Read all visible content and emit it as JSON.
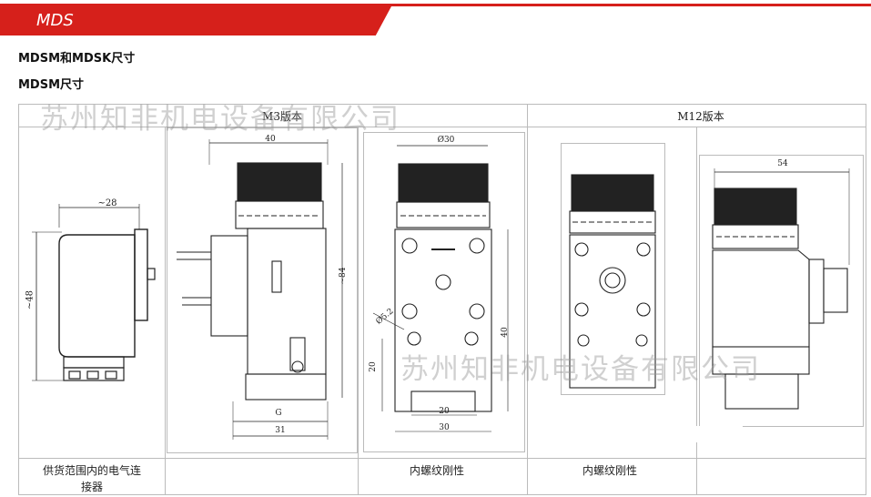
{
  "banner": {
    "title": "MDS"
  },
  "headings": {
    "h1": "MDSM和MDSK尺寸",
    "h2": "MDSM尺寸"
  },
  "columns": {
    "m3": "M3版本",
    "m12": "M12版本"
  },
  "watermark": "苏州知非机电设备有限公司",
  "footer": {
    "connector": "供货范围内的电气连接器",
    "connector_line1": "供货范围内的电气连",
    "connector_line2": "接器",
    "thread_a": "内螺纹刚性",
    "thread_b": "内螺纹刚性"
  },
  "dims": {
    "conn_width": "~28",
    "conn_height": "~48",
    "m3_width": "40",
    "m3_height": "~84",
    "m3_g": "G",
    "m3_base": "31",
    "front_dia": "Ø30",
    "front_hole": "Ø5.2",
    "front_20v": "20",
    "front_40": "40",
    "front_20h": "20",
    "front_30": "30",
    "m12_54": "54"
  }
}
